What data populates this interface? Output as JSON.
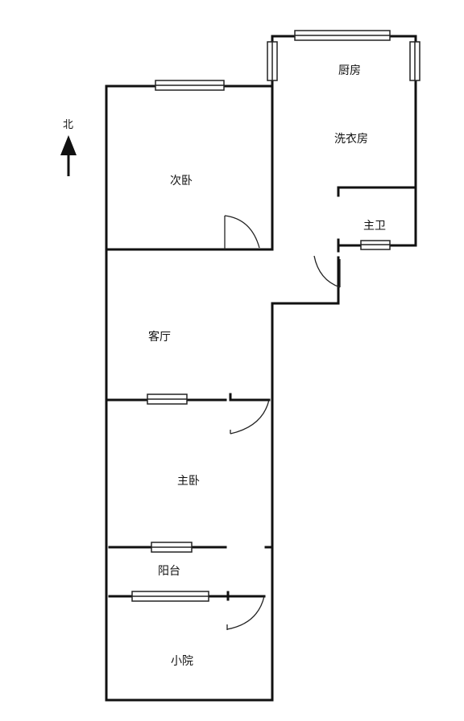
{
  "compass": {
    "north_label": "北"
  },
  "rooms": {
    "kitchen": "厨房",
    "laundry": "洗衣房",
    "second_bedroom": "次卧",
    "master_bath": "主卫",
    "living_room": "客厅",
    "master_bedroom": "主卧",
    "balcony": "阳台",
    "yard": "小院"
  },
  "colors": {
    "wall": "#111111",
    "window": "#ffffff",
    "line": "#222222"
  }
}
